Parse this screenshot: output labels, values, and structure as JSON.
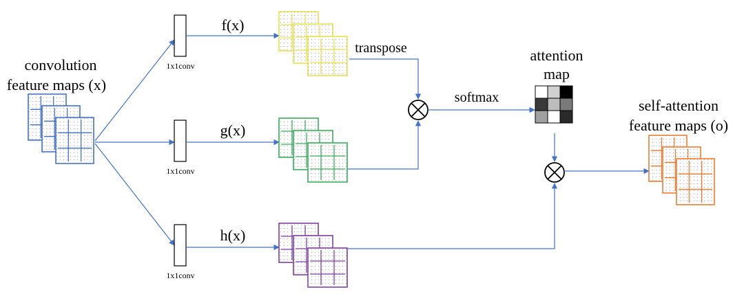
{
  "input": {
    "label_line1": "convolution",
    "label_line2": "feature maps (x)",
    "color": "#4472c4"
  },
  "branches": [
    {
      "name": "f(x)",
      "conv_label": "1x1conv",
      "color": "#e5e24a"
    },
    {
      "name": "g(x)",
      "conv_label": "1x1conv",
      "color": "#3aaa5c"
    },
    {
      "name": "h(x)",
      "conv_label": "1x1conv",
      "color": "#7b3fa0"
    }
  ],
  "ops": {
    "transpose_label": "transpose",
    "softmax_label": "softmax"
  },
  "attention": {
    "label_line1": "attention",
    "label_line2": "map",
    "cells": [
      [
        "#ffffff",
        "#d0d0d0",
        "#000000"
      ],
      [
        "#3a3a3a",
        "#bdbdbd",
        "#7a7a7a"
      ],
      [
        "#a0a0a0",
        "#ffffff",
        "#2a2a2a"
      ]
    ]
  },
  "output": {
    "label_line1": "self-attention",
    "label_line2": "feature maps (o)",
    "color": "#ed7d31"
  }
}
